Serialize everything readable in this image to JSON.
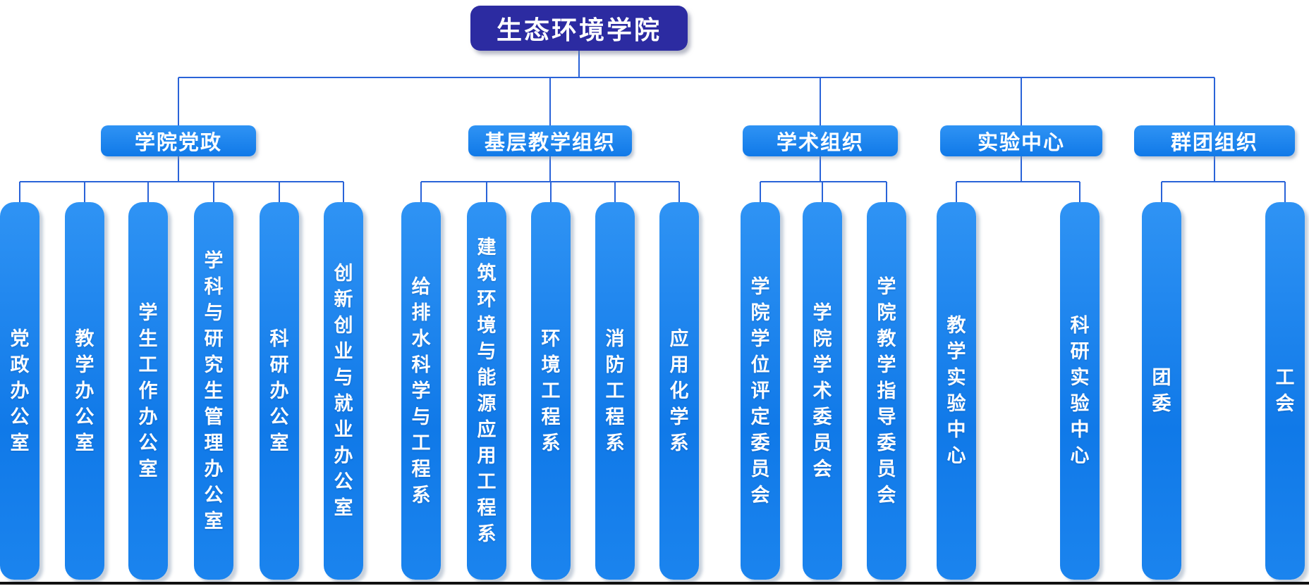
{
  "root": {
    "title": "生态环境学院"
  },
  "groups": [
    {
      "label": "学院党政",
      "children": [
        "党政办公室",
        "教学办公室",
        "学生工作办公室",
        "学科与研究生管理办公室",
        "科研办公室",
        "创新创业与就业办公室"
      ]
    },
    {
      "label": "基层教学组织",
      "children": [
        "给排水科学与工程系",
        "建筑环境与能源应用工程系",
        "环境工程系",
        "消防工程系",
        "应用化学系"
      ]
    },
    {
      "label": "学术组织",
      "children": [
        "学院学位评定委员会",
        "学院学术委员会",
        "学院教学指导委员会"
      ]
    },
    {
      "label": "实验中心",
      "children": [
        "教学实验中心",
        "科研实验中心"
      ]
    },
    {
      "label": "群团组织",
      "children": [
        "团委",
        "工会"
      ]
    }
  ],
  "colors": {
    "root_bg": "#2c2ba1",
    "node_blue_top": "#2f93f4",
    "node_blue_bottom": "#1079e8",
    "connector_line": "#2a63d8",
    "node_text": "#ffffff",
    "bottom_rule": "#111111"
  }
}
